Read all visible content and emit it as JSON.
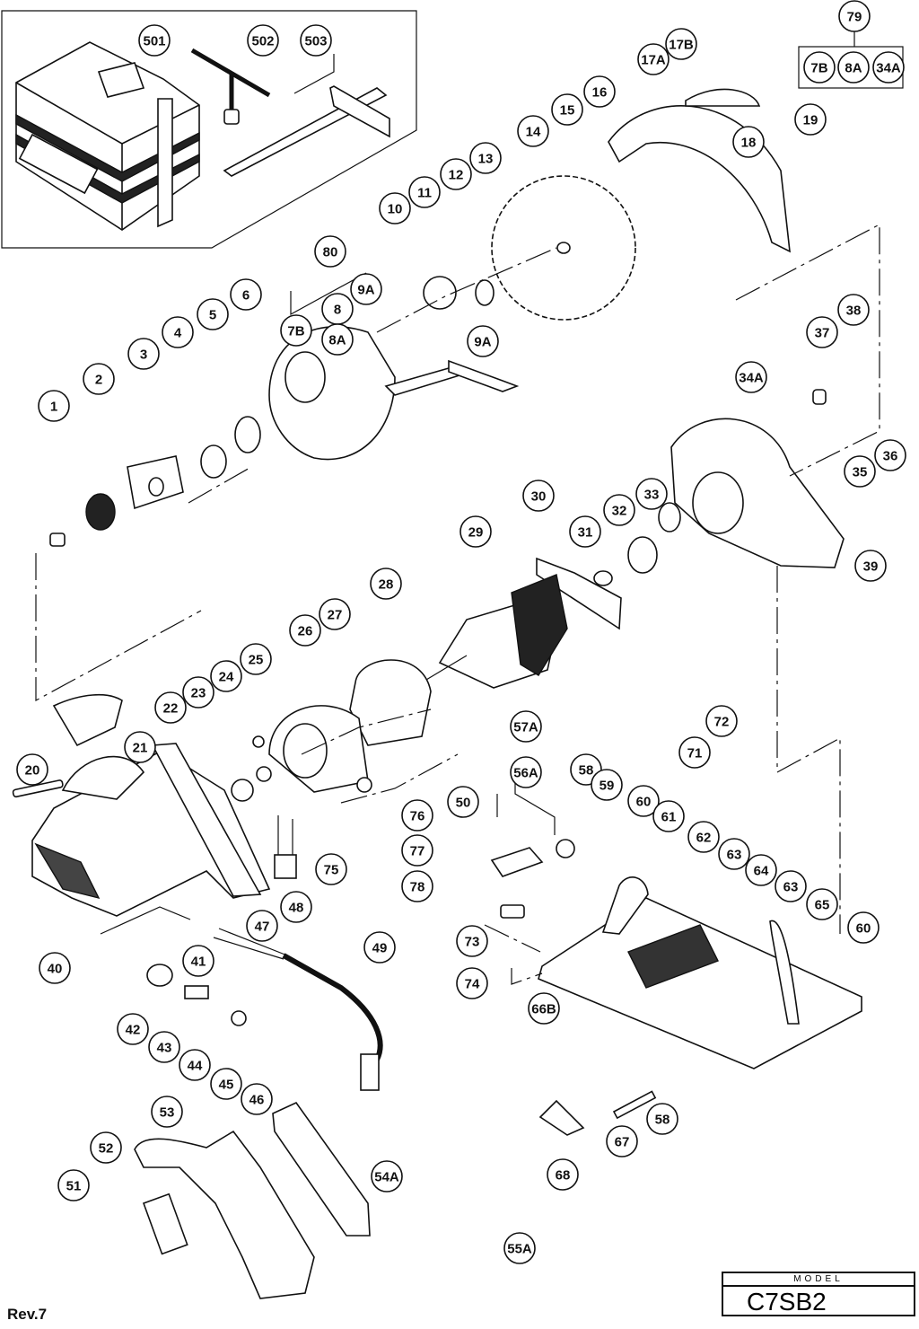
{
  "document": {
    "type": "exploded parts diagram",
    "revision": "Rev.7",
    "model_label": "MODEL",
    "model_value": "C7SB2"
  },
  "accessory_box": {
    "parts": [
      "501",
      "502",
      "503"
    ]
  },
  "kit_box": {
    "label": "79",
    "contents": [
      "7B",
      "8A",
      "34A"
    ]
  },
  "group_80": {
    "label": "80",
    "members": [
      "7B",
      "9A"
    ]
  },
  "group_57A": {
    "label": "57A",
    "members": [
      "56A"
    ]
  },
  "callouts": [
    "1",
    "2",
    "3",
    "4",
    "5",
    "6",
    "7B",
    "8",
    "8A",
    "9A",
    "9A",
    "10",
    "11",
    "12",
    "13",
    "14",
    "15",
    "16",
    "17A",
    "17B",
    "18",
    "19",
    "20",
    "21",
    "22",
    "23",
    "24",
    "25",
    "26",
    "27",
    "28",
    "29",
    "30",
    "31",
    "32",
    "33",
    "34A",
    "35",
    "36",
    "37",
    "38",
    "39",
    "40",
    "41",
    "42",
    "43",
    "44",
    "45",
    "46",
    "47",
    "48",
    "49",
    "50",
    "51",
    "52",
    "53",
    "54A",
    "55A",
    "56A",
    "57A",
    "58",
    "58",
    "59",
    "60",
    "60",
    "61",
    "62",
    "63",
    "63",
    "64",
    "65",
    "66B",
    "67",
    "68",
    "71",
    "72",
    "73",
    "74",
    "75",
    "76",
    "77",
    "78",
    "79",
    "80",
    "501",
    "502",
    "503"
  ]
}
